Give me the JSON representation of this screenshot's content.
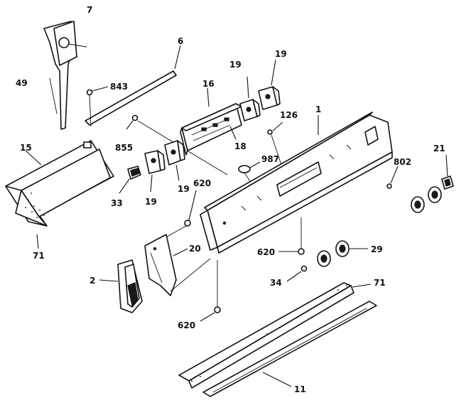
{
  "callouts": {
    "c7": "7",
    "c6": "6",
    "c49": "49",
    "c843": "843",
    "c16": "16",
    "c19a": "19",
    "c19b": "19",
    "c126": "126",
    "c1": "1",
    "c15": "15",
    "c855": "855",
    "c18": "18",
    "c987": "987",
    "c802": "802",
    "c21": "21",
    "c33": "33",
    "c19c": "19",
    "c19d": "19",
    "c620a": "620",
    "c71a": "71",
    "c20": "20",
    "c620b": "620",
    "c29": "29",
    "c2": "2",
    "c34": "34",
    "c71b": "71",
    "c620c": "620",
    "c11": "11"
  },
  "colors": {
    "ink": "#111111",
    "paper": "#ffffff"
  }
}
